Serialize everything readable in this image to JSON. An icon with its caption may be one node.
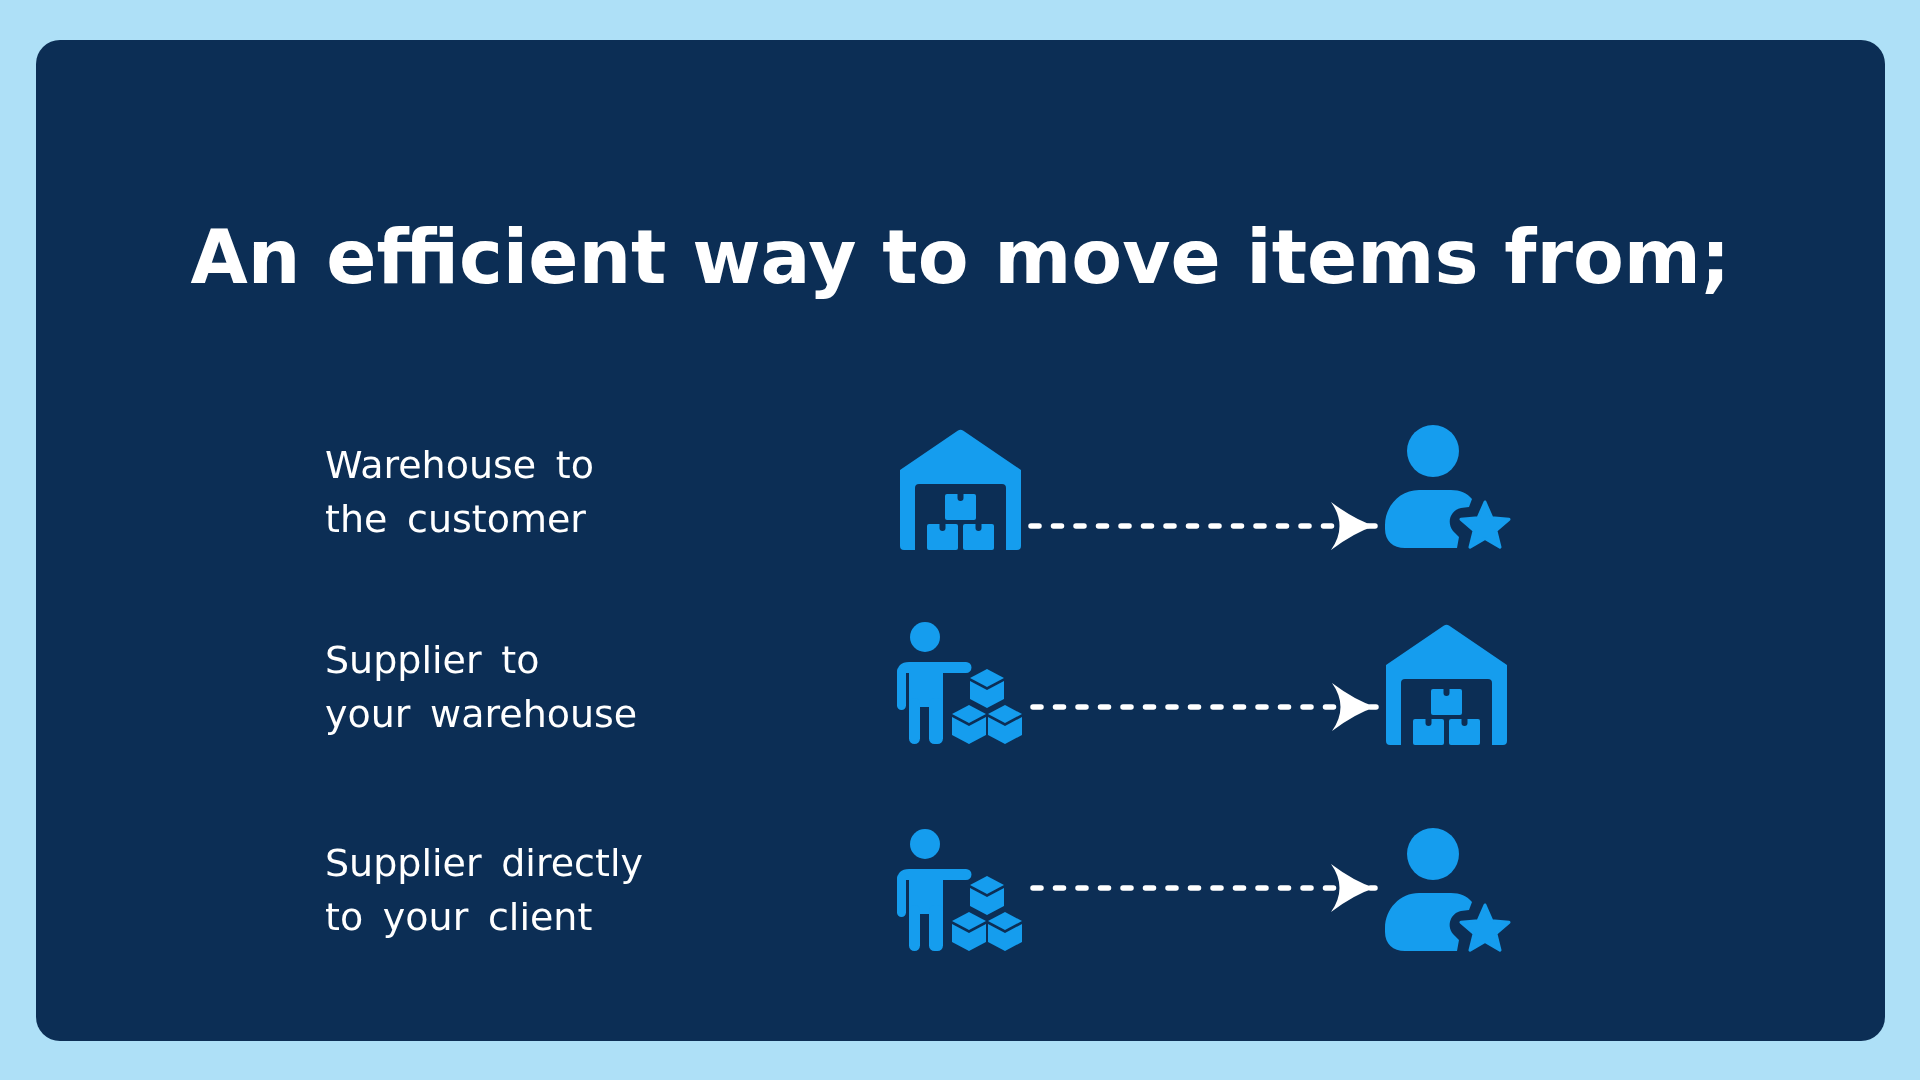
{
  "diagram": {
    "title": "An efficient way to move items from;",
    "nodes": [
      {
        "text": [],
        "shape": "picture"
      },
      {
        "text": [],
        "shape": "picture"
      },
      {
        "text": [],
        "shape": "picture"
      },
      {
        "text": [],
        "shape": "picture"
      },
      {
        "text": [],
        "shape": "picture"
      },
      {
        "text": [],
        "shape": "picture"
      }
    ],
    "edges": [
      {
        "from": 0,
        "to": 1,
        "arrow": "to",
        "style": "dashed"
      },
      {
        "from": 2,
        "to": 3,
        "arrow": "to",
        "style": "dashed"
      },
      {
        "from": 4,
        "to": 5,
        "arrow": "to",
        "style": "dashed"
      }
    ],
    "labels": [
      "Warehouse to the customer",
      "Supplier to your warehouse",
      "Supplier directly to your client"
    ]
  }
}
